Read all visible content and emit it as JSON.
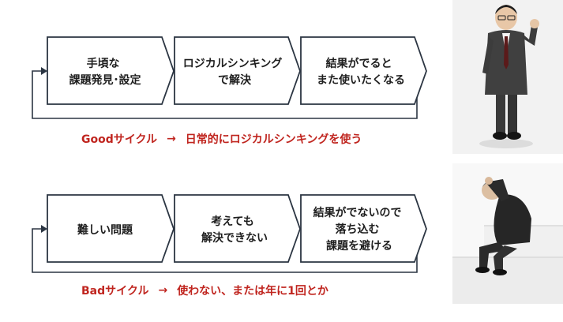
{
  "good_cycle": {
    "steps": [
      {
        "lines": [
          "手頃な",
          "課題発見･設定"
        ]
      },
      {
        "lines": [
          "ロジカルシンキング",
          "で解決"
        ]
      },
      {
        "lines": [
          "結果がでると",
          "また使いたくなる"
        ]
      }
    ],
    "caption": {
      "label": "Goodサイクル",
      "arrow": "→",
      "result": "日常的にロジカルシンキングを使う"
    }
  },
  "bad_cycle": {
    "steps": [
      {
        "lines": [
          "難しい問題"
        ]
      },
      {
        "lines": [
          "考えても",
          "解決できない"
        ]
      },
      {
        "lines": [
          "結果がでないので",
          "落ち込む",
          "課題を避ける"
        ]
      }
    ],
    "caption": {
      "label": "Badサイクル",
      "arrow": "→",
      "result": "使わない、または年に1回とか"
    }
  },
  "colors": {
    "box_stroke": "#2b3542",
    "accent_red": "#c0251f",
    "text": "#1e1e1e"
  },
  "images": {
    "top": "businessman-raising-fist-photo",
    "bottom": "businessman-sitting-dejected-on-steps-photo"
  }
}
